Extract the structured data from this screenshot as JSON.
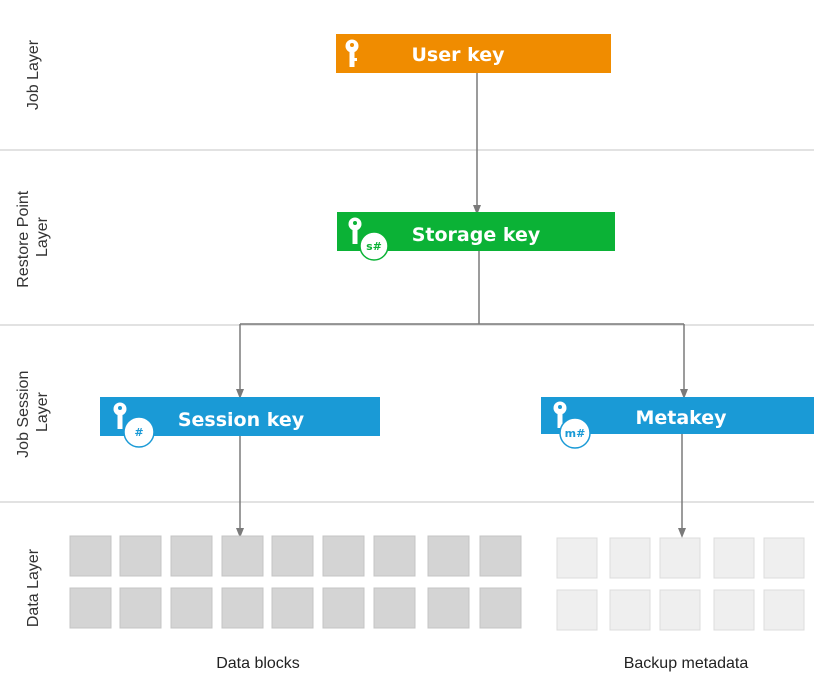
{
  "layers": [
    {
      "label": "Job Layer"
    },
    {
      "label": "Restore Point Layer",
      "lines": [
        "Restore Point",
        "Layer"
      ]
    },
    {
      "label": "Job Session Layer",
      "lines": [
        "Job Session",
        "Layer"
      ]
    },
    {
      "label": "Data Layer"
    }
  ],
  "keys": {
    "user": {
      "label": "User key",
      "color": "#f08c00",
      "icon": "key-icon"
    },
    "storage": {
      "label": "Storage key",
      "color": "#0bb236",
      "icon": "key-icon",
      "badge": "s#"
    },
    "session": {
      "label": "Session key",
      "color": "#1a9ad6",
      "icon": "key-icon",
      "badge": "#"
    },
    "meta": {
      "label": "Metakey",
      "color": "#1a9ad6",
      "icon": "key-icon",
      "badge": "m#"
    }
  },
  "groups": {
    "data_blocks": {
      "label": "Data blocks",
      "color": "#d4d4d4"
    },
    "backup_metadata": {
      "label": "Backup metadata",
      "color": "#efefef"
    }
  },
  "colors": {
    "divider": "#d9d9d9",
    "connector": "#7a7a7a"
  }
}
